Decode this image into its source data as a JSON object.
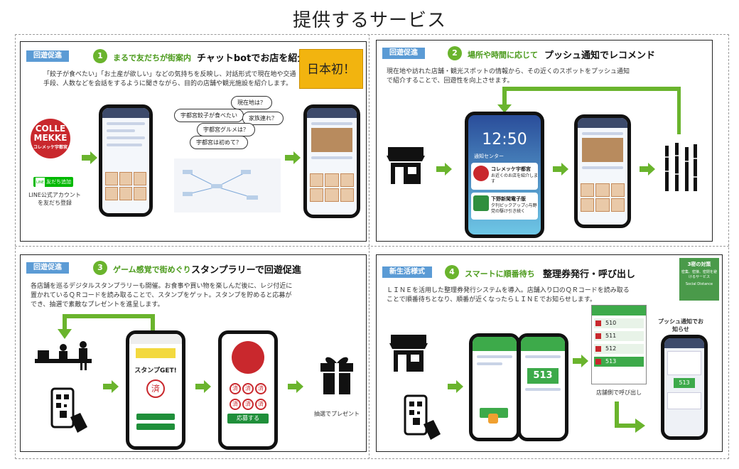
{
  "title": "提供するサービス",
  "panels": [
    {
      "tag": "回遊促進",
      "num": "1",
      "subhead": "まるで友だちが街案内",
      "heading": "チャットbotでお店を紹介",
      "badge": "日本初！",
      "desc": "「餃子が食べたい」「お土産が欲しい」などの気持ちを反映し、対話形式で現在地や交通手段、人数などを会話をするように聞きながら、目的の店舗や観光施設を紹介します。",
      "logo": "COLLE MEKKE",
      "logo_sub": "コレメッケ宇都宮",
      "line_button": "友だち追加",
      "line_caption": "LINE公式アカウントを友だち登録",
      "bubbles": [
        "現在地は？",
        "宇都宮餃子が食べたい",
        "家族連れ？",
        "宇都宮グルメは？",
        "宇都宮は初めて？"
      ]
    },
    {
      "tag": "回遊促進",
      "num": "2",
      "subhead": "場所や時間に応じて",
      "heading": "プッシュ通知でレコメンド",
      "desc": "現在地や訪れた店舗・観光スポットの情報から、その近くのスポットをプッシュ通知で紹介することで、回遊性を向上させます。",
      "clock": "12:50",
      "notice_title": "通知センター",
      "notice1_title": "コレメッケ宇都宮",
      "notice1_body": "お近くのお店を紹介します",
      "notice2_title": "下野新聞電子版",
      "notice2_body": "夕刊ピックアップ◇与野党の駆け引き続く"
    },
    {
      "tag": "回遊促進",
      "num": "3",
      "subhead": "ゲーム感覚で街めぐり",
      "heading": "スタンプラリーで回遊促進",
      "desc": "各店舗を巡るデジタルスタンプラリーも開催。お食事や買い物を楽しんだ後に、レジ付近に置かれているＱＲコードを読み取ることで、スタンプをゲット。スタンプを貯めると応募ができ、抽選で素敵なプレゼントを進呈します。",
      "stamp_get": "スタンプGET!",
      "stamp_mark": "済",
      "apply": "応募する",
      "gift_caption": "抽選でプレゼント"
    },
    {
      "tag": "新生活様式",
      "num": "4",
      "subhead": "スマートに順番待ち",
      "heading": "整理券発行・呼び出し",
      "desc": "ＬＩＮＥを活用した整理券発行システムを導入。店舗入り口のＱＲコードを読み取ることで順番待ちとなり、順番が近くなったらＬＩＮＥでお知らせします。",
      "badge_title": "3密の対策",
      "badge_body": "密集、密接、密閉を避けるサービス",
      "badge_en": "Social Distance",
      "ticket_num": "513",
      "push_caption": "プッシュ通知でお知らせ",
      "store_caption": "店舗側で呼び出し",
      "queue": [
        "510",
        "511",
        "512",
        "513"
      ]
    }
  ]
}
